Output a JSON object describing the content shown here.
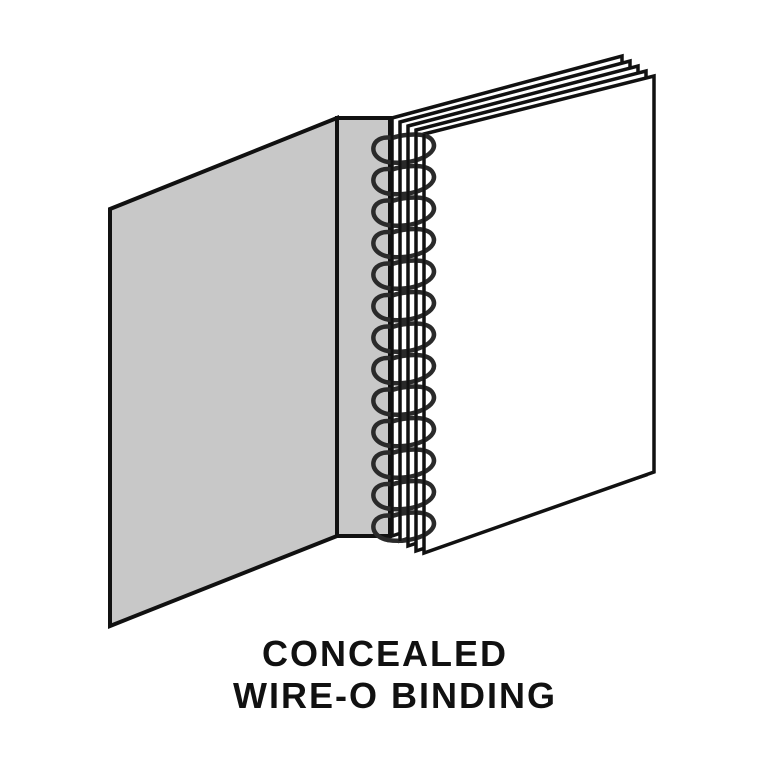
{
  "caption": {
    "line1": "CONCEALED",
    "line2": "WIRE-O BINDING"
  },
  "colors": {
    "cover_fill": "#c8c8c8",
    "page_fill": "#ffffff",
    "outline": "#111111",
    "wire": "#2a2a2a"
  },
  "icons": {
    "illustration": "concealed-wire-o-binding-book-illustration"
  }
}
